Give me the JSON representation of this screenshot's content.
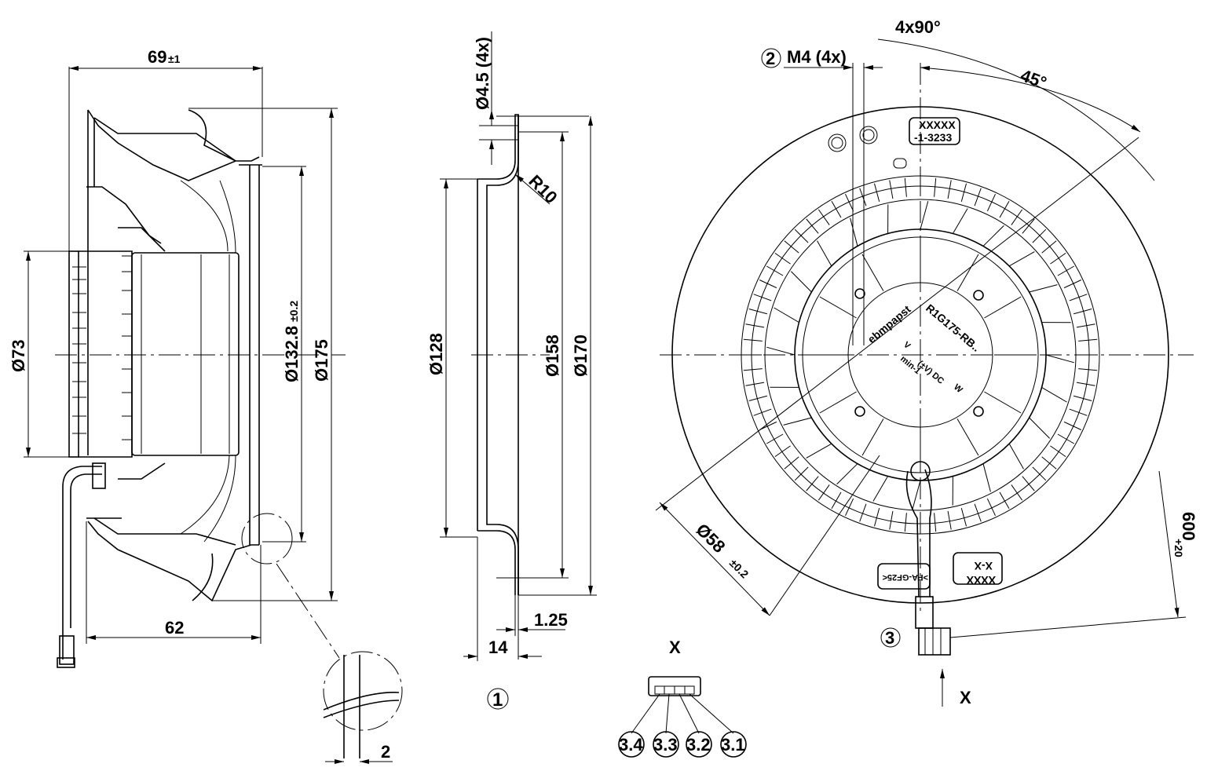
{
  "side_view": {
    "dim_width": "69",
    "dim_width_tol": "±1",
    "dim_hub_dia": "Ø73",
    "dim_inner_dia": "Ø132.8",
    "dim_inner_tol": "±0.2",
    "dim_outer_dia": "Ø175",
    "dim_depth": "62",
    "detail_dim": "2"
  },
  "section_view": {
    "dim_hole": "Ø4.5 (4x)",
    "dim_radius": "R10",
    "dim_dia_128": "Ø128",
    "dim_dia_158": "Ø158",
    "dim_dia_170": "Ø170",
    "dim_thickness": "1.25",
    "dim_width": "14",
    "callout": "1"
  },
  "front_view": {
    "angle_top": "4x90°",
    "angle_45": "45°",
    "callout_2": "2",
    "thread": "M4 (4x)",
    "dim_hub": "Ø58",
    "dim_hub_tol": "±0.2",
    "cable_len": "600",
    "cable_tol": "+20",
    "callout_3": "3",
    "view_x": "X",
    "label_top_line1": "XXXXX",
    "label_top_line2": "-1-3233",
    "label_pa": ">PA-GF25<",
    "label_box_line1": "X-X",
    "label_box_line2": "XXXX",
    "brand": "ebmpapst",
    "model": "R1G175-RB..",
    "rating_v": "V",
    "rating_dc": "(±V) DC",
    "rating_w": "W",
    "rating_rpm": "min-1"
  },
  "connector_view": {
    "view_x": "X",
    "pins": [
      "3.4",
      "3.3",
      "3.2",
      "3.1"
    ]
  }
}
